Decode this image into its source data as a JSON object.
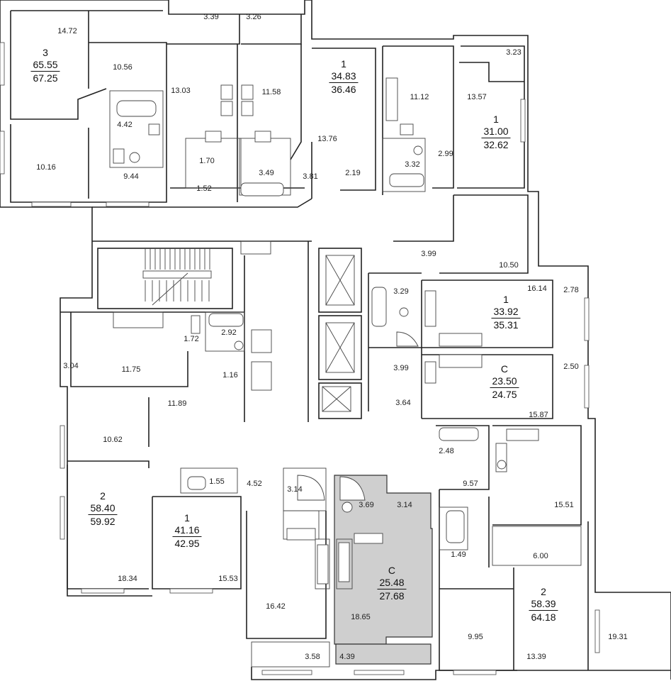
{
  "units": [
    {
      "id": "u1",
      "rooms": "3",
      "living": "65.55",
      "total": "67.25"
    },
    {
      "id": "u2",
      "rooms": "1",
      "living": "34.83",
      "total": "36.46"
    },
    {
      "id": "u3",
      "rooms": "1",
      "living": "31.00",
      "total": "32.62"
    },
    {
      "id": "u4",
      "rooms": "1",
      "living": "33.92",
      "total": "35.31"
    },
    {
      "id": "u5",
      "rooms": "C",
      "living": "23.50",
      "total": "24.75"
    },
    {
      "id": "u6",
      "rooms": "2",
      "living": "58.40",
      "total": "59.92"
    },
    {
      "id": "u7",
      "rooms": "1",
      "living": "41.16",
      "total": "42.95"
    },
    {
      "id": "u8",
      "rooms": "C",
      "living": "25.48",
      "total": "27.68",
      "highlighted": true
    },
    {
      "id": "u9",
      "rooms": "2",
      "living": "58.39",
      "total": "64.18"
    }
  ],
  "room_areas": [
    "14.72",
    "10.56",
    "3.39",
    "3.26",
    "13.03",
    "11.58",
    "11.12",
    "3.23",
    "13.57",
    "4.42",
    "1.70",
    "3.49",
    "13.76",
    "3.32",
    "2.99",
    "10.16",
    "9.44",
    "1.52",
    "3.81",
    "2.19",
    "3.99",
    "10.50",
    "3.29",
    "16.14",
    "2.78",
    "3.04",
    "1.72",
    "2.92",
    "11.75",
    "1.16",
    "3.99",
    "2.50",
    "11.89",
    "3.64",
    "15.87",
    "10.62",
    "2.48",
    "1.55",
    "4.52",
    "3.14",
    "3.69",
    "3.14",
    "9.57",
    "15.51",
    "1.49",
    "6.00",
    "18.34",
    "15.53",
    "16.42",
    "18.65",
    "9.95",
    "13.39",
    "19.31",
    "3.58",
    "4.39"
  ],
  "colors": {
    "highlight": "#cfcfcf",
    "wall": "#222222"
  }
}
